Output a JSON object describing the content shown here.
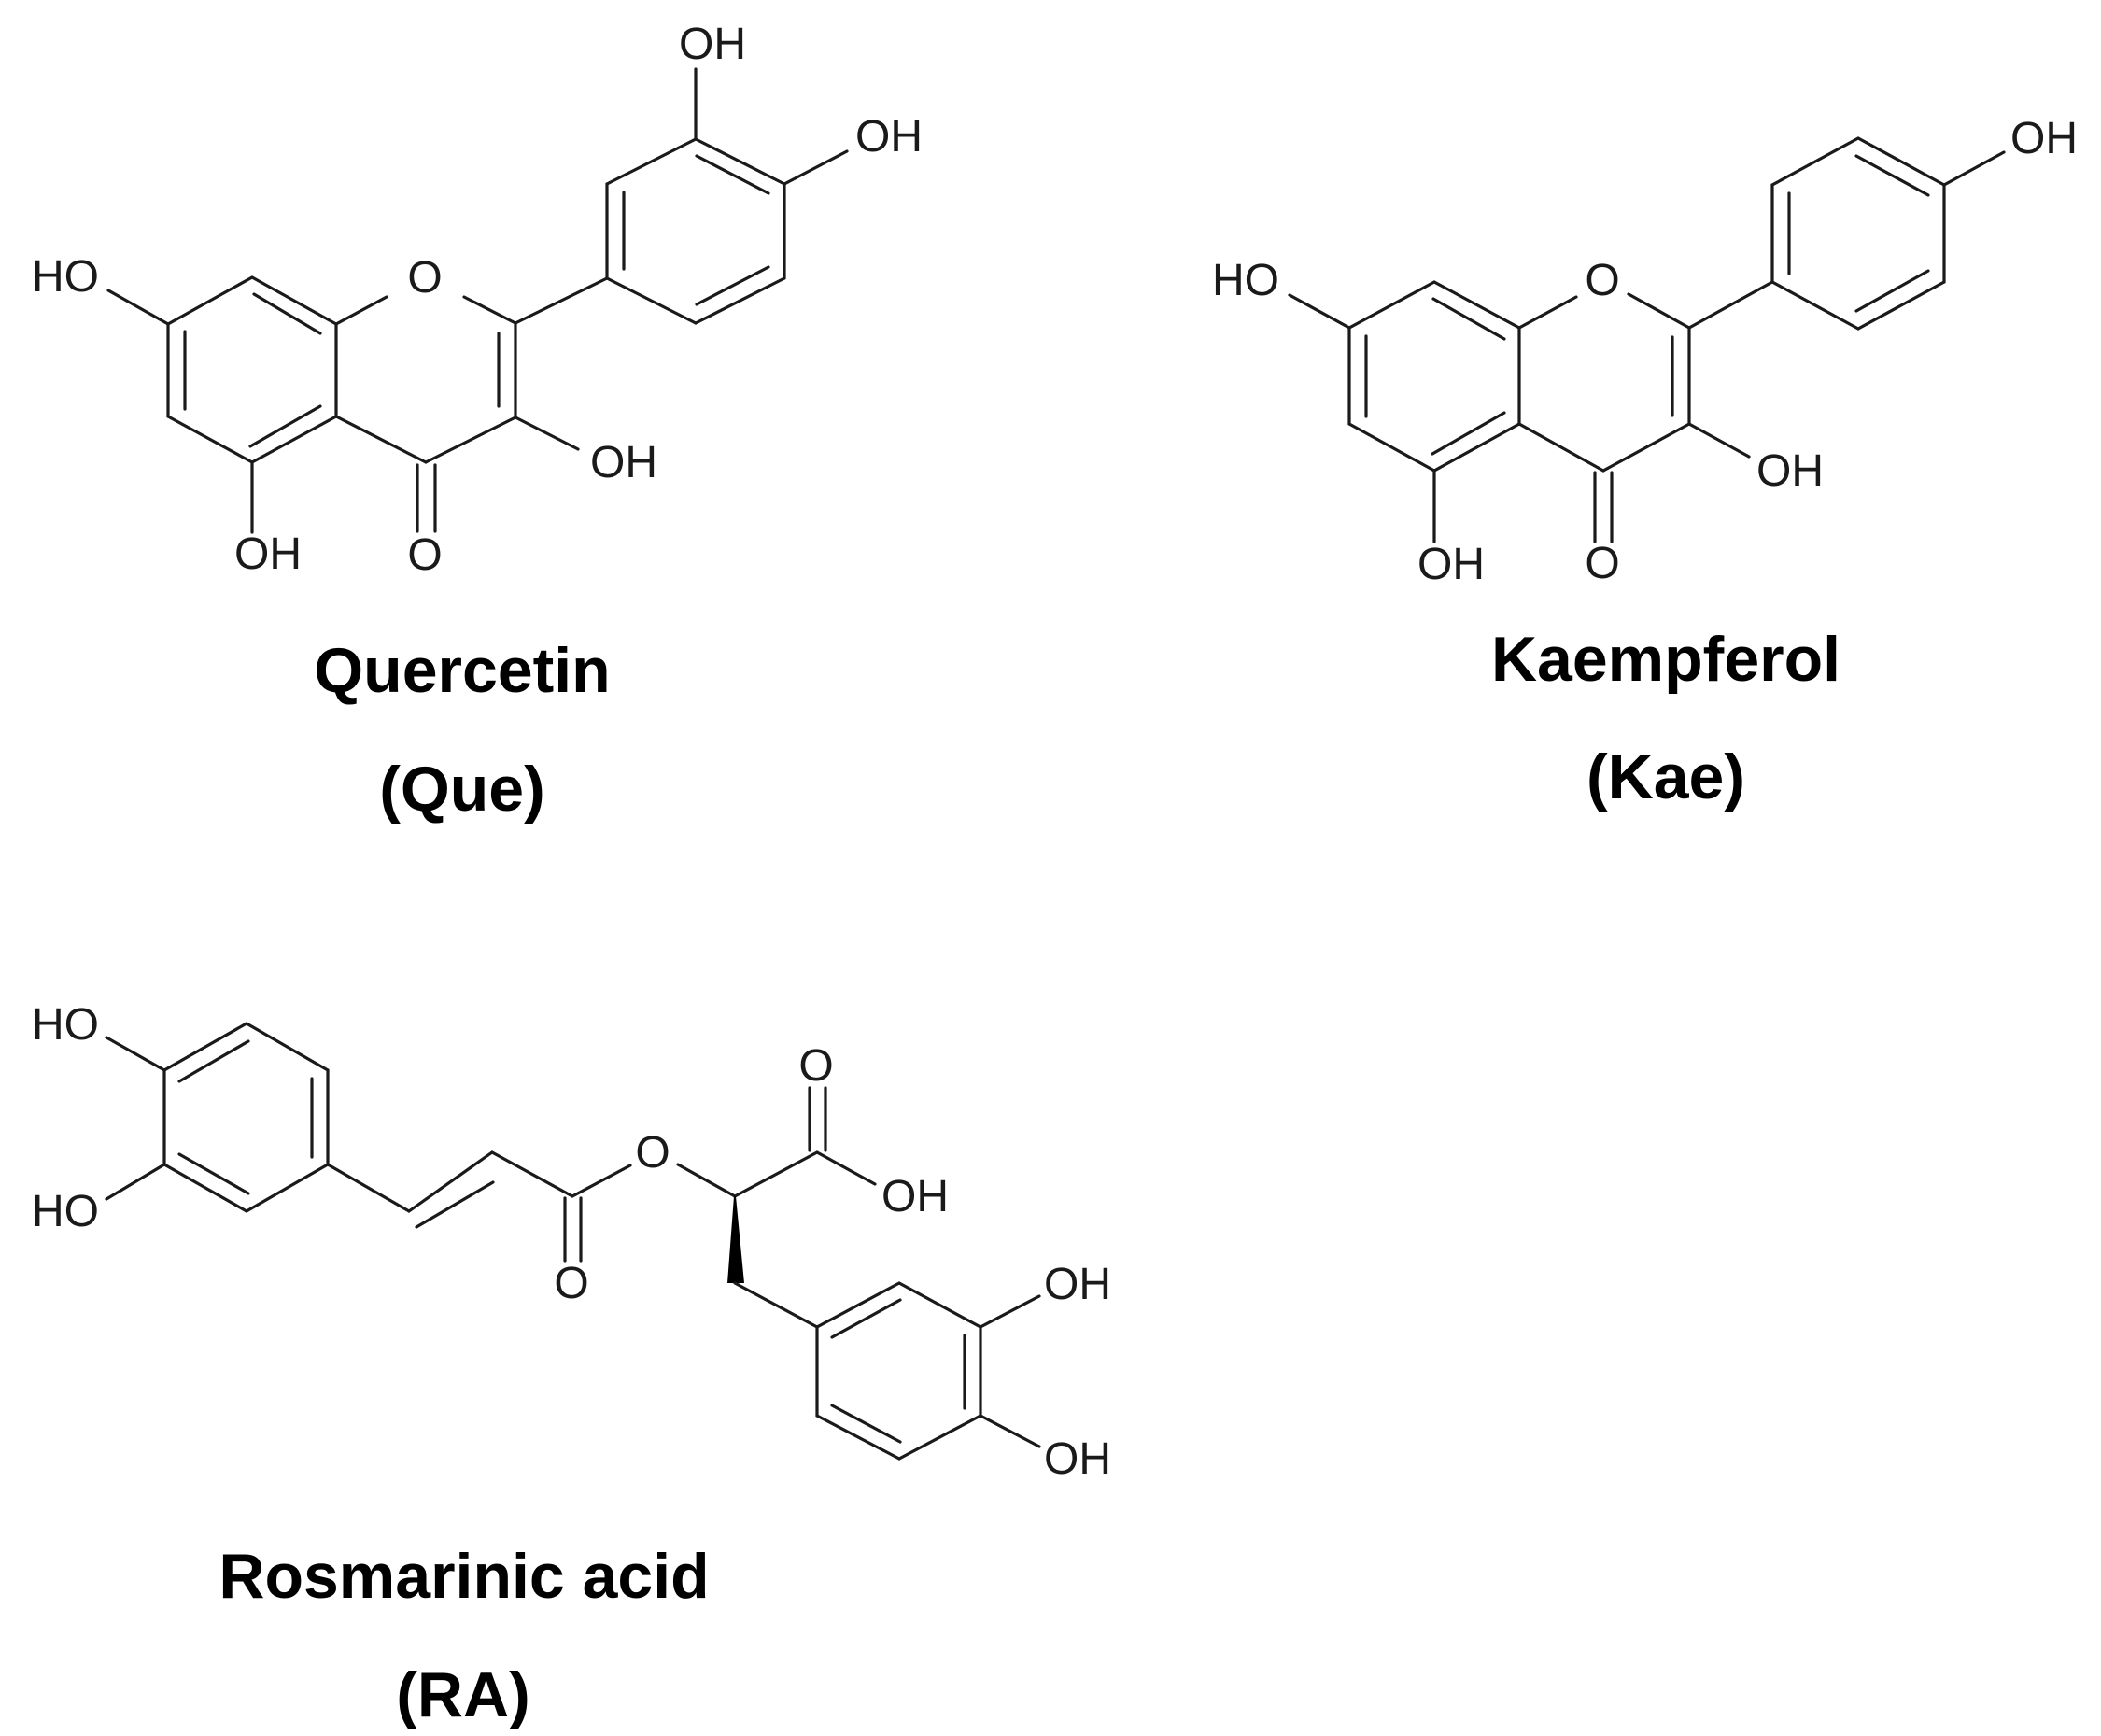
{
  "figure": {
    "compounds": [
      {
        "name": "Quercetin",
        "abbreviation": "(Que)",
        "atom_labels": [
          "OH",
          "OH",
          "HO",
          "O",
          "OH",
          "OH",
          "O"
        ]
      },
      {
        "name": "Kaempferol",
        "abbreviation": "(Kae)",
        "atom_labels": [
          "OH",
          "HO",
          "O",
          "OH",
          "OH",
          "O"
        ]
      },
      {
        "name": "Rosmarinic acid",
        "abbreviation": "(RA)",
        "atom_labels": [
          "HO",
          "HO",
          "O",
          "O",
          "O",
          "OH",
          "OH",
          "OH"
        ]
      }
    ]
  }
}
